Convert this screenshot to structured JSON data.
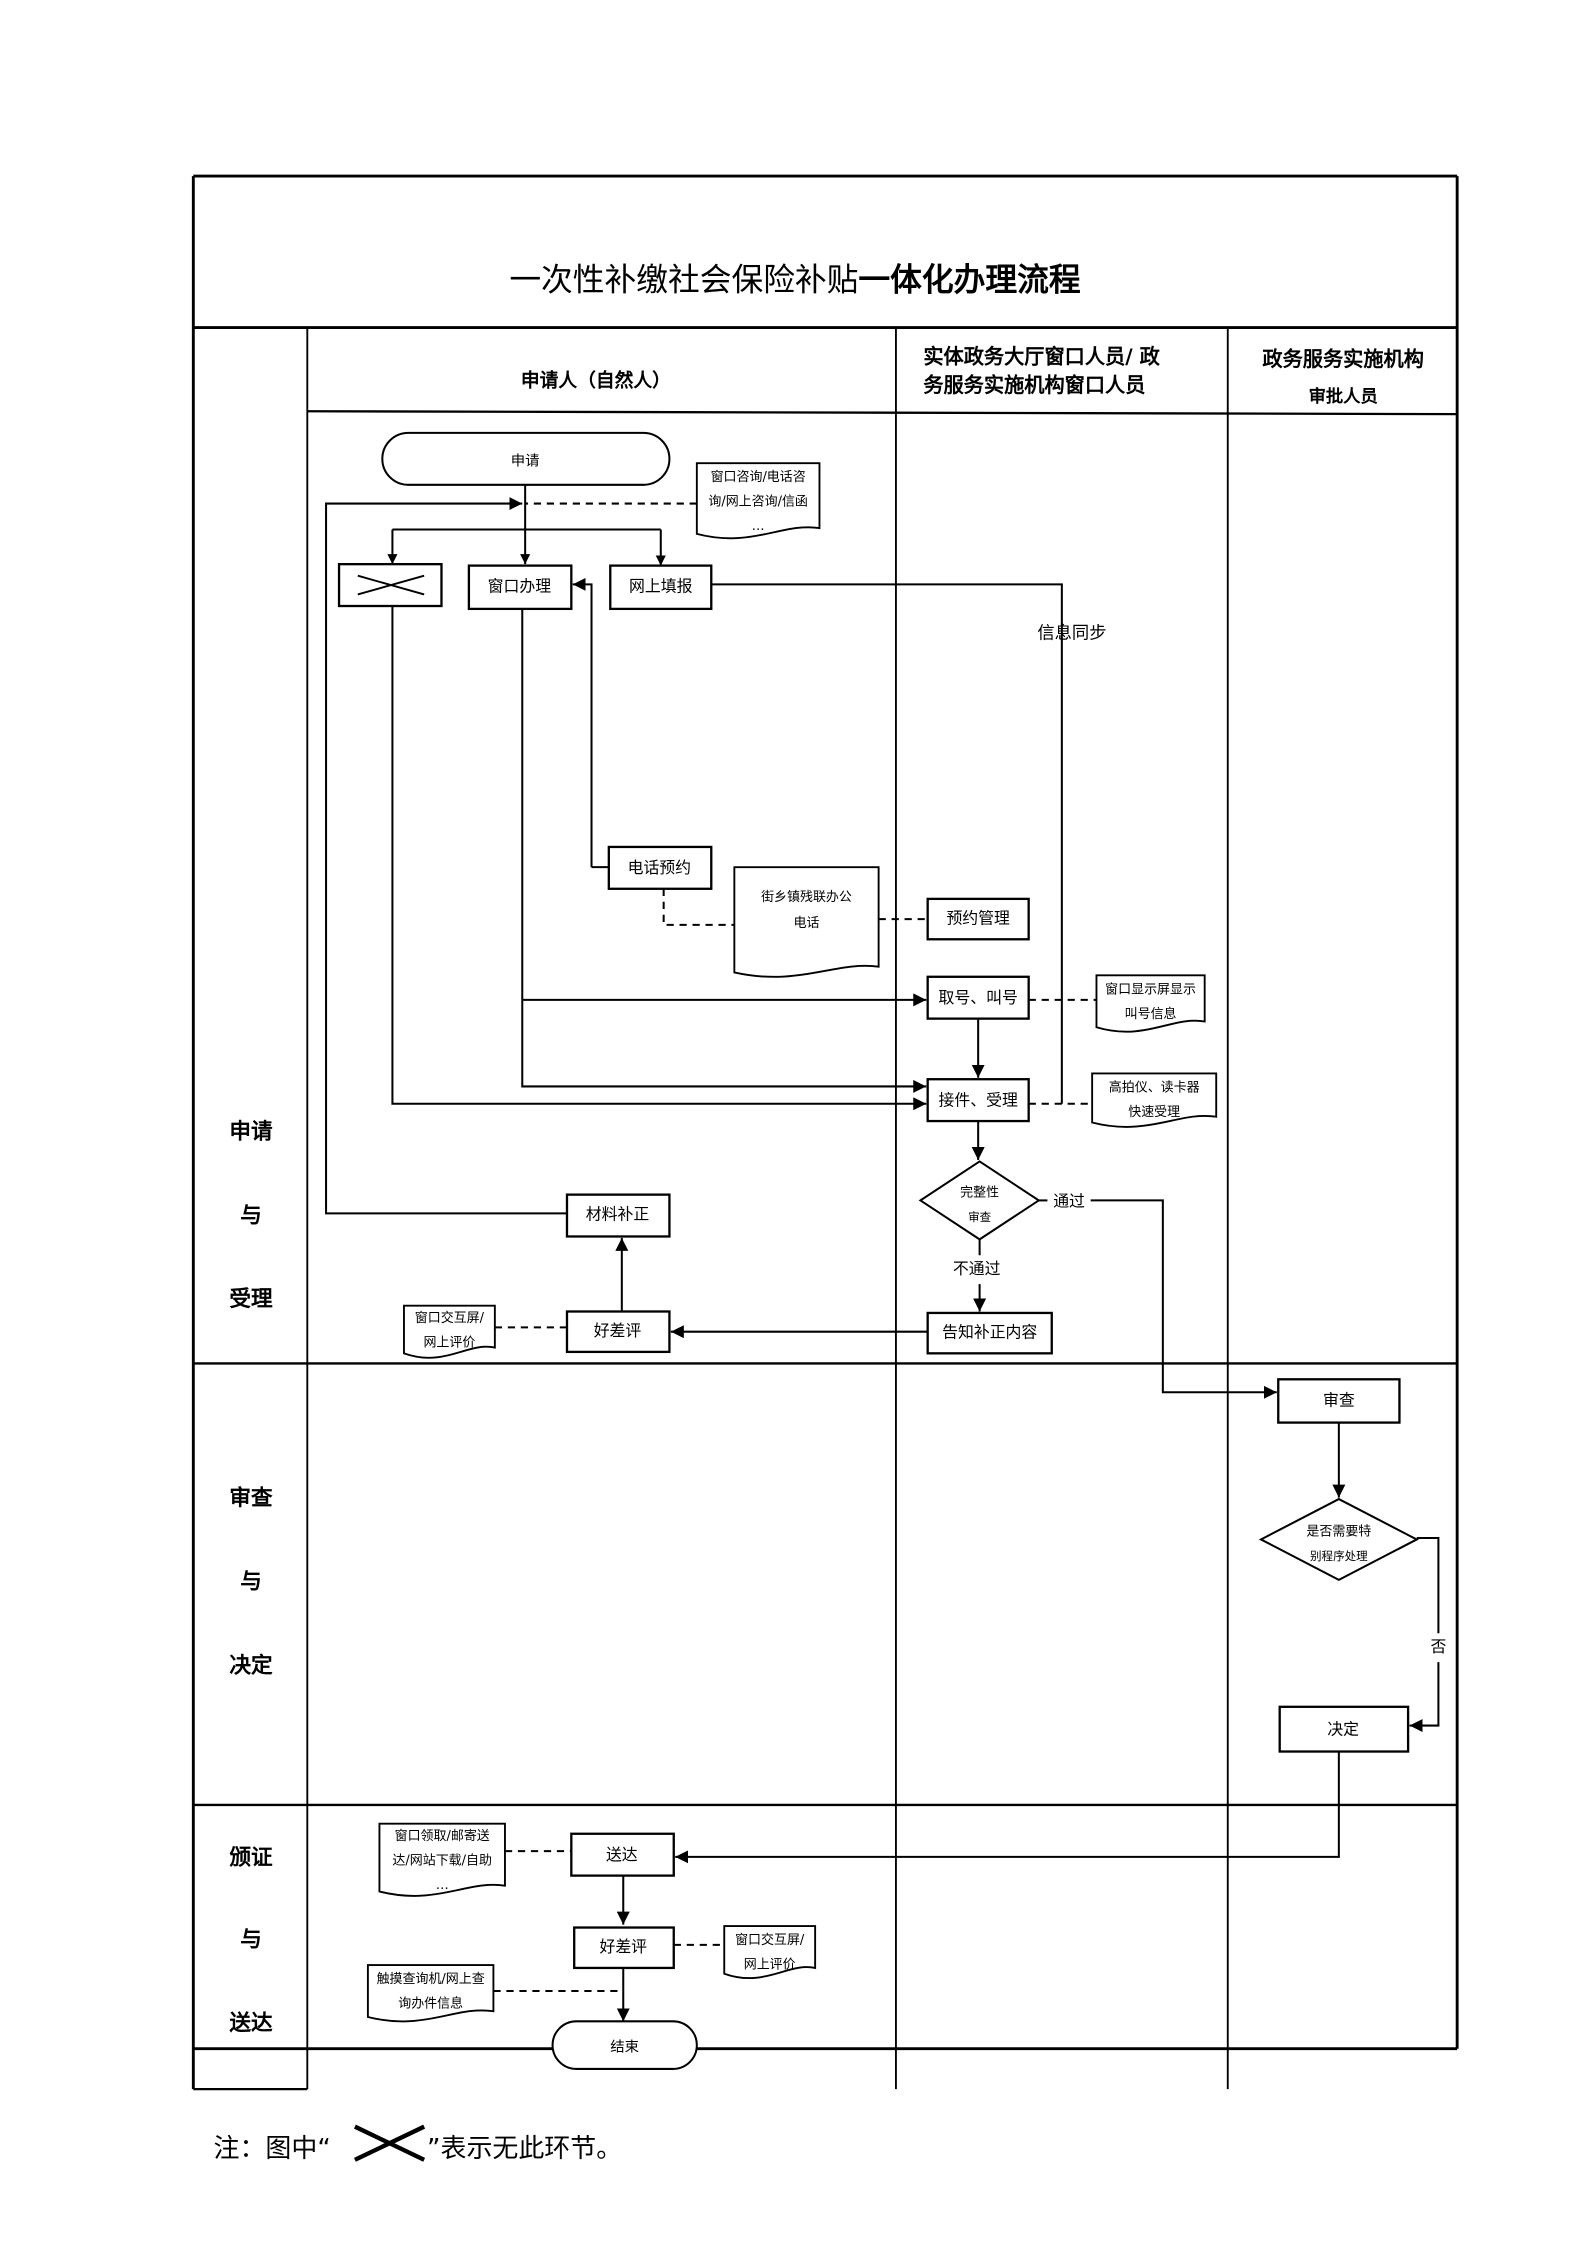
{
  "title": {
    "normal": "一次性补缴社会保险补贴",
    "bold": "一体化办理流程"
  },
  "lanes": {
    "applicant": "申请人（自然人）",
    "window_staff": [
      "实体政务大厅窗口人员/  政",
      "务服务实施机构窗口人员"
    ],
    "approver": [
      "政务服务实施机构",
      "审批人员"
    ]
  },
  "phases": [
    [
      "申请",
      "与",
      "受理"
    ],
    [
      "审查",
      "与",
      "决定"
    ],
    [
      "颁证",
      "与",
      "送达"
    ]
  ],
  "nodes": {
    "apply": "申请",
    "window": "窗口办理",
    "online": "网上填报",
    "phone": "电话预约",
    "appointment": "预约管理",
    "queue": "取号、叫号",
    "accept": "接件、受理",
    "supplement": "材料补正",
    "rating1": "好差评",
    "notify": "告知补正内容",
    "check": [
      "完整性",
      "审查"
    ],
    "review": "审查",
    "special": [
      "是否需要特",
      "别程序处理"
    ],
    "decide": "决定",
    "deliver": "送达",
    "rating2": "好差评",
    "end": "结束"
  },
  "docs": {
    "consult": [
      "窗口咨询/电话咨",
      "询/网上咨询/信函",
      "…"
    ],
    "phone_office": [
      "街乡镇残联办公",
      "电话"
    ],
    "screen": [
      "窗口显示屏显示",
      "叫号信息"
    ],
    "scanner": [
      "高拍仪、读卡器",
      "快速受理"
    ],
    "eval1": [
      "窗口交互屏/",
      "网上评价"
    ],
    "delivery": [
      "窗口领取/邮寄送",
      "达/网站下载/自助",
      "…"
    ],
    "eval2": [
      "窗口交互屏/",
      "网上评价"
    ],
    "query": [
      "触摸查询机/网上查",
      "询办件信息"
    ]
  },
  "labels": {
    "sync": "信息同步",
    "pass": "通过",
    "fail": "不通过",
    "no": "否"
  },
  "note": {
    "prefix": "注：图中“",
    "suffix": "”表示无此环节。"
  },
  "icons": {
    "none_mark": "x-cross-icon"
  }
}
